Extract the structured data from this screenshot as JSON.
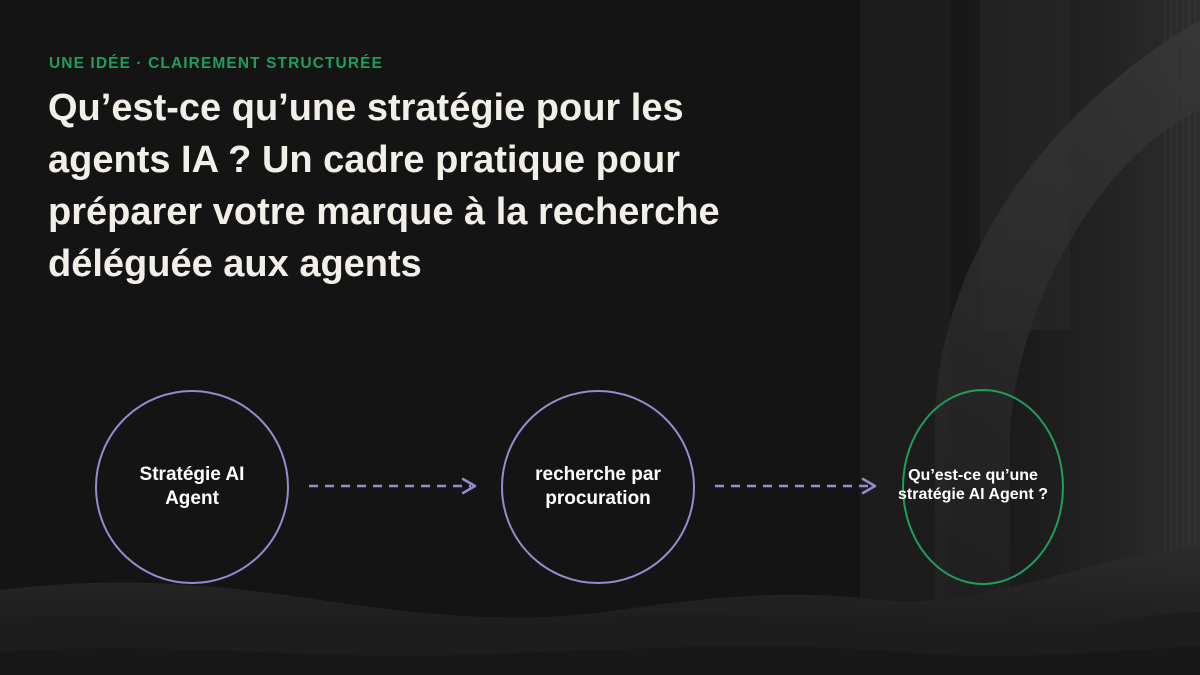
{
  "slide": {
    "eyebrow": "UNE IDÉE · CLAIREMENT STRUCTURÉE",
    "headline": "Qu’est-ce qu’une stratégie pour les agents IA ? Un cadre pratique pour préparer votre marque à la recherche déléguée aux agents"
  },
  "diagram": {
    "nodes": [
      {
        "label": "Stratégie AI Agent",
        "accent": "#9a88d0"
      },
      {
        "label": "recherche par procuration",
        "accent": "#9a88d0"
      },
      {
        "label": "Qu’est-ce qu’une stratégie AI Agent ?",
        "accent": "#1f9e5e"
      }
    ],
    "connector_color": "#9a88d0"
  },
  "colors": {
    "background": "#141414",
    "eyebrow": "#1f9e5e",
    "headline": "#f2efe9"
  }
}
